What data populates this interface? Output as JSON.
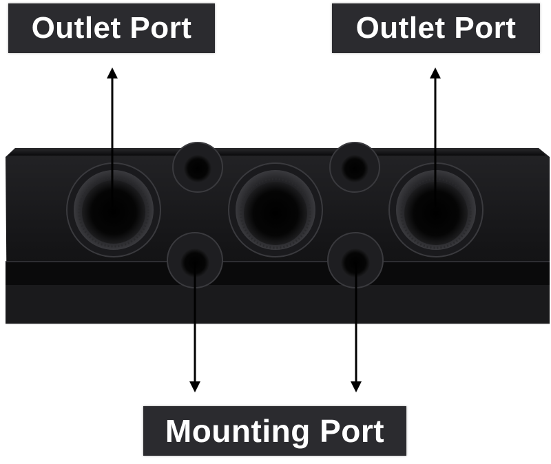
{
  "labels": {
    "outlet_left": "Outlet Port",
    "outlet_right": "Outlet Port",
    "mounting": "Mounting Port"
  },
  "colors": {
    "label_bg": "#2b2b2f",
    "label_text": "#ffffff",
    "block_body": "#141416",
    "arrow": "#000000"
  }
}
